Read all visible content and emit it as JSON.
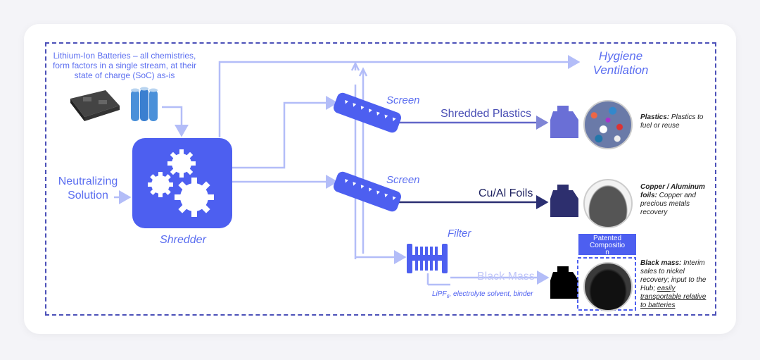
{
  "input": {
    "batteries_text": "Lithium-Ion Batteries – all chemistries, form factors in a single stream, at their state of charge (SoC) as-is",
    "neutralizing_line1": "Neutralizing",
    "neutralizing_line2": "Solution"
  },
  "shredder": {
    "label": "Shredder"
  },
  "ventilation": {
    "line1": "Hygiene",
    "line2": "Ventilation"
  },
  "screens": [
    {
      "label": "Screen",
      "output": "Shredded Plastics"
    },
    {
      "label": "Screen",
      "output": "Cu/Al Foils"
    }
  ],
  "filter": {
    "label": "Filter",
    "output": "Black Mass",
    "byproduct_main": "LiPF",
    "byproduct_sub": "6",
    "byproduct_rest": ", electrolyte solvent, binder"
  },
  "patented": {
    "line1": "Patented",
    "line2": "Compositio",
    "line3": "n"
  },
  "products": [
    {
      "bold": "Plastics:",
      "rest": " Plastics to fuel or reuse"
    },
    {
      "bold": "Copper / Aluminum foils:",
      "rest": " Copper and precious metals recovery"
    },
    {
      "bold": "Black mass:",
      "rest": " Interim sales to nickel recovery; input to the Hub; ",
      "underlined": "easily transportable relative to batteries"
    }
  ],
  "colors": {
    "accent": "#5b6ef0",
    "arrow": "#b3bdf8",
    "dark_line": "#2b2f72",
    "frame": "#4b50b8"
  }
}
